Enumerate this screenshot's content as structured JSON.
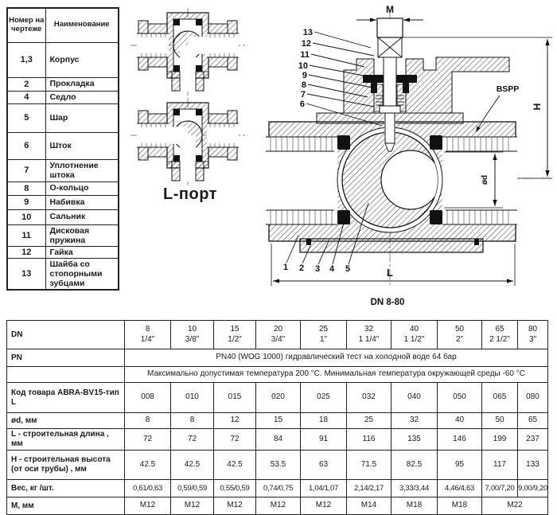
{
  "colors": {
    "ink": "#1a1a1a",
    "paper": "#ffffff"
  },
  "port_label": "L-порт",
  "parts_table": {
    "headers": [
      "Номер на чертеже",
      "Наименование"
    ],
    "rows": [
      [
        "1,3",
        "Корпус"
      ],
      [
        "2",
        "Прокладка"
      ],
      [
        "4",
        "Седло"
      ],
      [
        "5",
        "Шар"
      ],
      [
        "6",
        "Шток"
      ],
      [
        "7",
        "Уплотнение штока"
      ],
      [
        "8",
        "О-кольцо"
      ],
      [
        "9",
        "Набивка"
      ],
      [
        "10",
        "Сальник"
      ],
      [
        "11",
        "Дисковая пружина"
      ],
      [
        "12",
        "Гайка"
      ],
      [
        "13",
        "Шайба со стопорными зубцами"
      ]
    ]
  },
  "drawing": {
    "caption": "DN 8-80",
    "labels": {
      "m": "M",
      "bspp": "BSPP",
      "h": "H",
      "d": "ød",
      "l": "L"
    },
    "callouts_top": [
      "13",
      "12",
      "11",
      "10",
      "9",
      "8",
      "7",
      "6"
    ],
    "callouts_bottom": [
      "1",
      "2",
      "3",
      "4",
      "5"
    ]
  },
  "spec_table": {
    "dn_label": "DN",
    "dn_mm": [
      "8",
      "10",
      "15",
      "20",
      "25",
      "32",
      "40",
      "50",
      "65",
      "80"
    ],
    "dn_inch": [
      "1/4\"",
      "3/8\"",
      "1/2\"",
      "3/4\"",
      "1\"",
      "1 1/4\"",
      "1 1/2\"",
      "2\"",
      "2 1/2\"",
      "3\""
    ],
    "pn_label": "PN",
    "pn_text": "PN40 (WOG 1000)  гидравлический тест на холодной воде 64 бар",
    "temp_text": "Максимально допустимая температура 200 °C.  Минимальная температура окружающей среды -60 °C",
    "rows": [
      {
        "label": "Код товара ABRA-BV15-тип L",
        "values": [
          "008",
          "010",
          "015",
          "020",
          "025",
          "032",
          "040",
          "050",
          "065",
          "080"
        ]
      },
      {
        "label": "ød, мм",
        "values": [
          "8",
          "8",
          "12",
          "15",
          "18",
          "25",
          "32",
          "40",
          "50",
          "65"
        ]
      },
      {
        "label": "L - строительная длина , мм",
        "values": [
          "72",
          "72",
          "72",
          "84",
          "91",
          "116",
          "135",
          "146",
          "199",
          "237"
        ]
      },
      {
        "label": "H - строительная высота (от оси трубы) , мм",
        "values": [
          "42.5",
          "42.5",
          "42.5",
          "53.5",
          "63",
          "71.5",
          "82.5",
          "95",
          "117",
          "133"
        ]
      },
      {
        "label": "Вес, кг /шт.",
        "values": [
          "0,61/0,63",
          "0,59/0,59",
          "0,55/0,59",
          "0,74/0,75",
          "1,04/1,07",
          "2,14/2,17",
          "3,33/3,44",
          "4,46/4,63",
          "7,00/7,20",
          "9,00/9,20"
        ]
      },
      {
        "label": "М, мм",
        "values": [
          "M12",
          "M12",
          "M12",
          "M12",
          "M12",
          "M14",
          "M18",
          "M18",
          "M22"
        ],
        "spans": [
          1,
          1,
          1,
          1,
          1,
          1,
          1,
          1,
          2
        ]
      }
    ]
  }
}
